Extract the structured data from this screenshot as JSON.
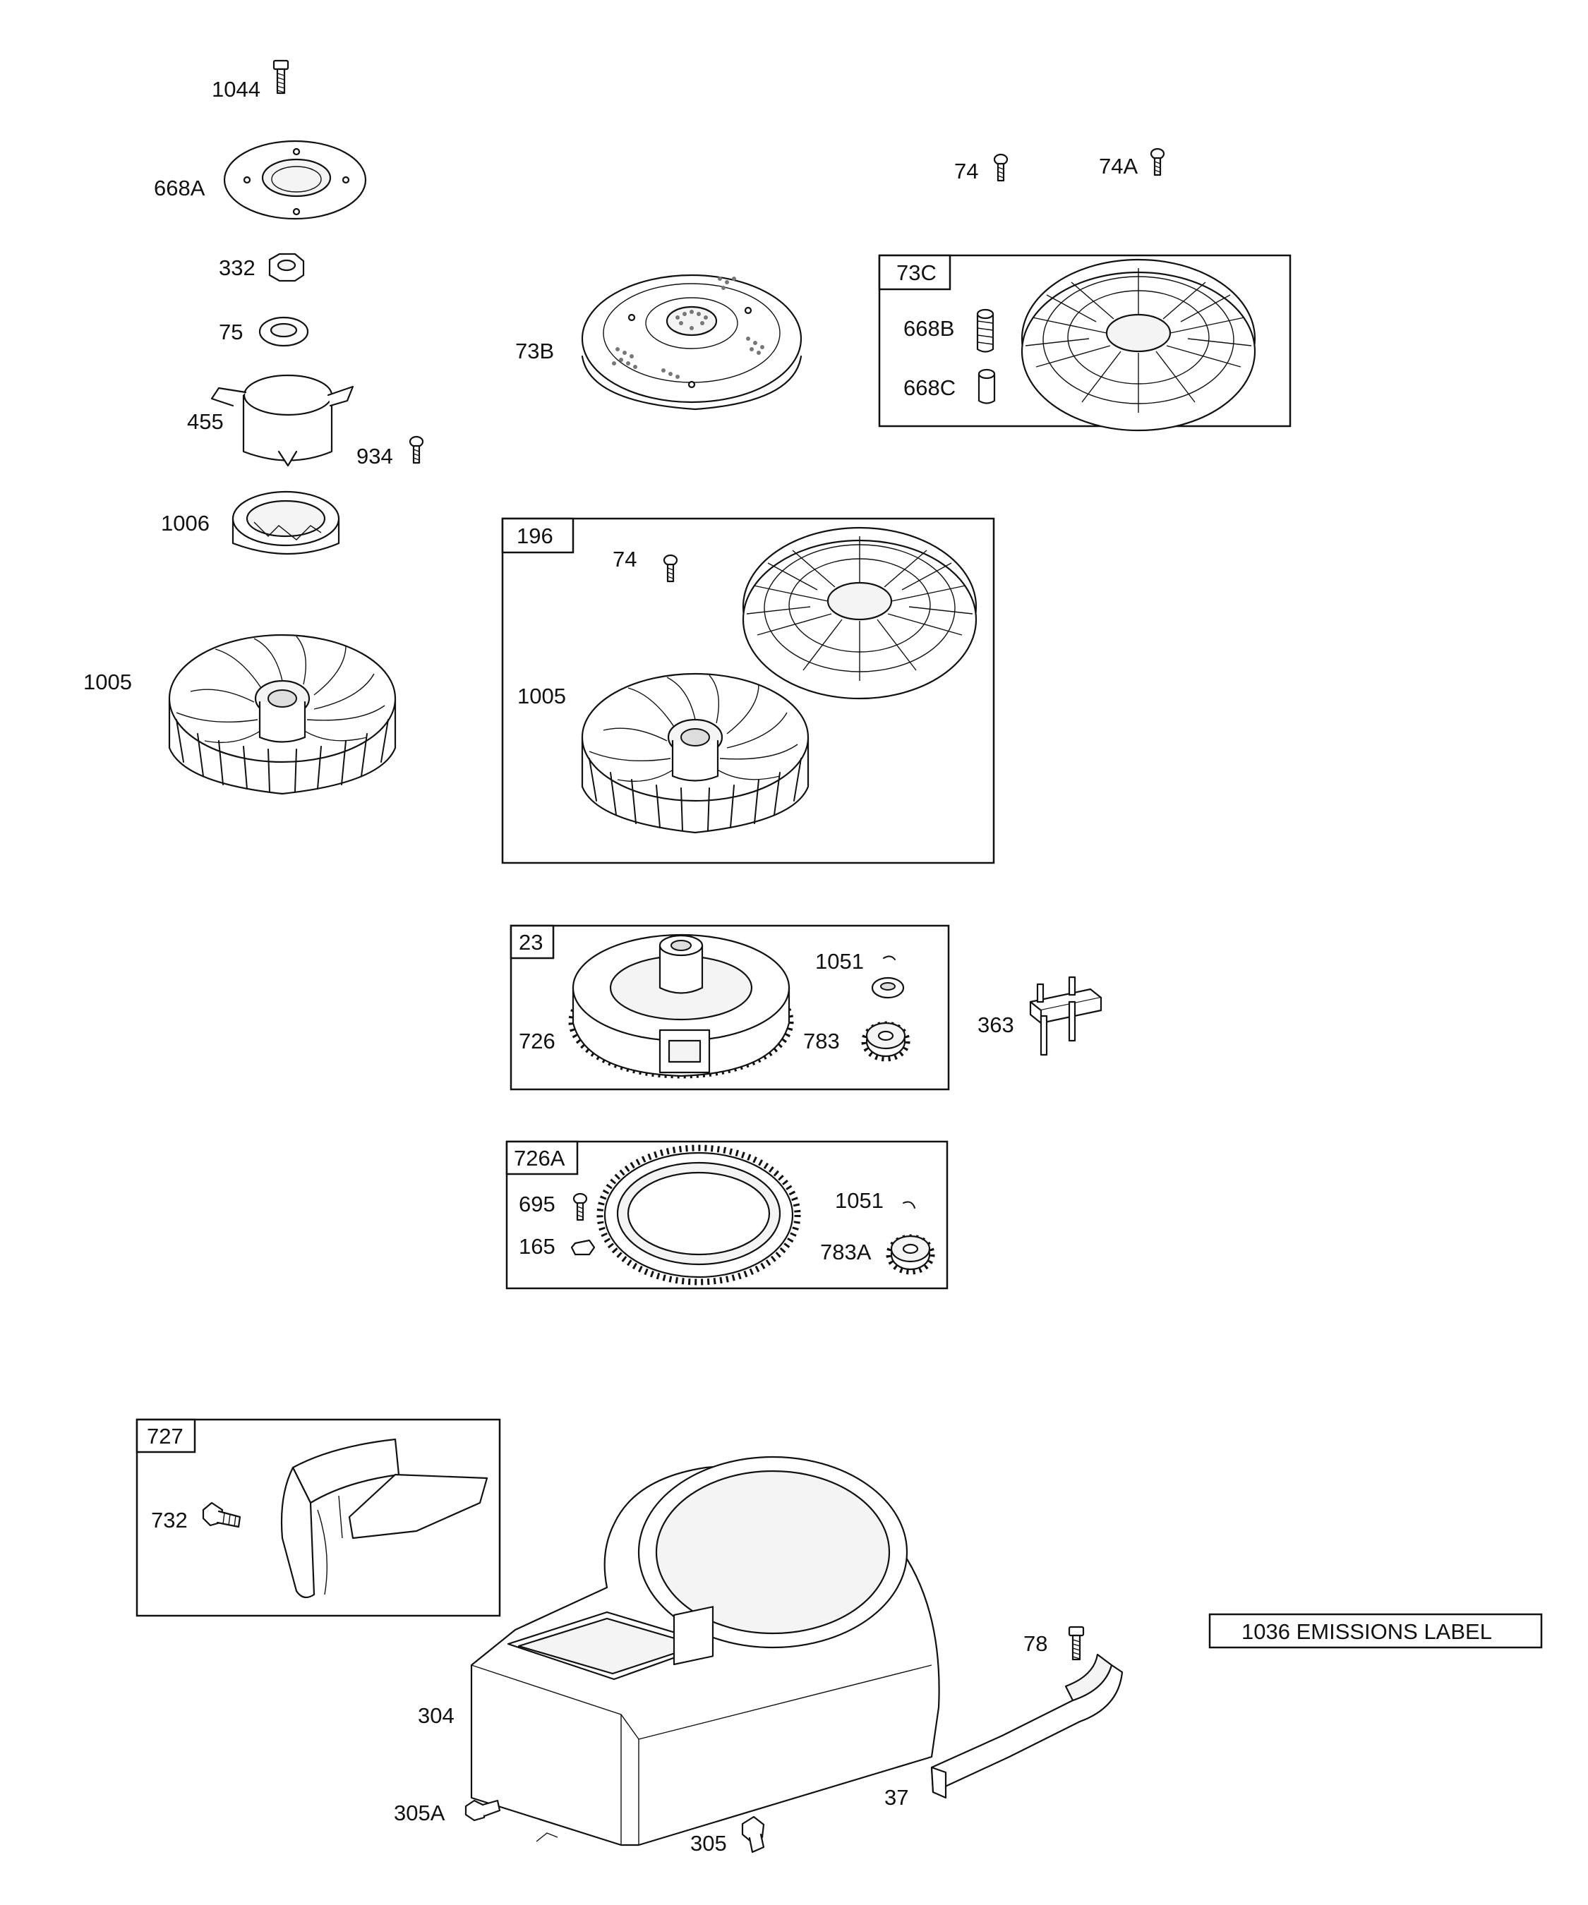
{
  "labels": {
    "l1044": "1044",
    "l668A": "668A",
    "l332": "332",
    "l75": "75",
    "l455": "455",
    "l934": "934",
    "l1006": "1006",
    "l1005": "1005",
    "l74": "74",
    "l74A": "74A",
    "l73B": "73B",
    "l73C": "73C",
    "l668B": "668B",
    "l668C": "668C",
    "l196": "196",
    "l196_74": "74",
    "l196_1005": "1005",
    "l23": "23",
    "l1051": "1051",
    "l726": "726",
    "l783": "783",
    "l363": "363",
    "l726A": "726A",
    "l695": "695",
    "l165": "165",
    "l726A_1051": "1051",
    "l783A": "783A",
    "l727": "727",
    "l732": "732",
    "l304": "304",
    "l305A": "305A",
    "l305": "305",
    "l37": "37",
    "l78": "78",
    "emissions_label": "1036 EMISSIONS LABEL"
  }
}
